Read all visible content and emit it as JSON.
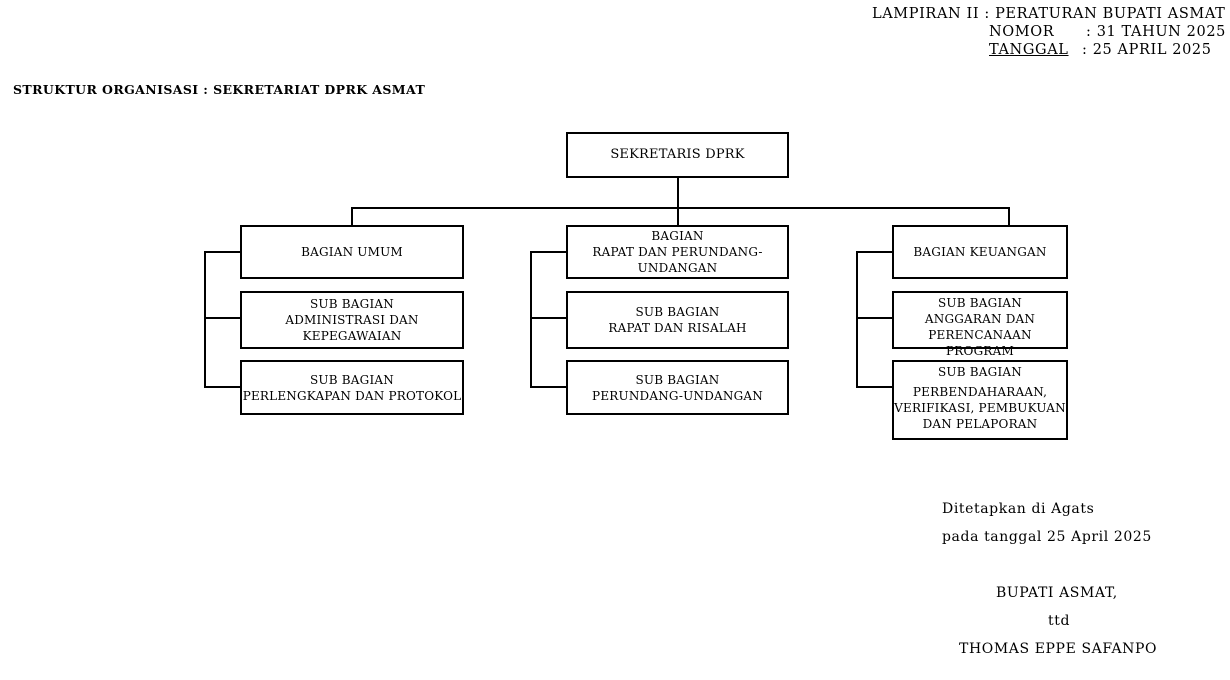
{
  "header": {
    "lampiran": "LAMPIRAN II : PERATURAN BUPATI ASMAT",
    "nomor_label": "NOMOR",
    "nomor_value": ": 31 TAHUN 2025",
    "tanggal_label": "TANGGAL",
    "tanggal_value": ":   25 APRIL 2025"
  },
  "title": "STRUKTUR ORGANISASI : SEKRETARIAT DPRK ASMAT",
  "org": {
    "root": "SEKRETARIS DPRK",
    "col1": {
      "head": "BAGIAN UMUM",
      "sub1": [
        "SUB BAGIAN",
        "ADMINISTRASI DAN",
        "KEPEGAWAIAN"
      ],
      "sub2": [
        "SUB BAGIAN",
        "PERLENGKAPAN DAN PROTOKOL"
      ]
    },
    "col2": {
      "head": [
        "BAGIAN",
        "RAPAT DAN PERUNDANG-",
        "UNDANGAN"
      ],
      "sub1": [
        "SUB BAGIAN",
        "RAPAT DAN RISALAH"
      ],
      "sub2": [
        "SUB BAGIAN",
        "PERUNDANG-UNDANGAN"
      ]
    },
    "col3": {
      "head": "BAGIAN KEUANGAN",
      "sub1": [
        "SUB  BAGIAN",
        "ANGGARAN DAN",
        "PERENCANAAN PROGRAM"
      ],
      "sub2": [
        "SUB  BAGIAN",
        "PERBENDAHARAAN,",
        "VERIFIKASI, PEMBUKUAN",
        "DAN PELAPORAN"
      ]
    }
  },
  "signature": {
    "place": "Ditetapkan di Agats",
    "date": "pada tanggal 25 April 2025",
    "office": "BUPATI ASMAT,",
    "ttd": "ttd",
    "name": "THOMAS EPPE SAFANPO"
  }
}
